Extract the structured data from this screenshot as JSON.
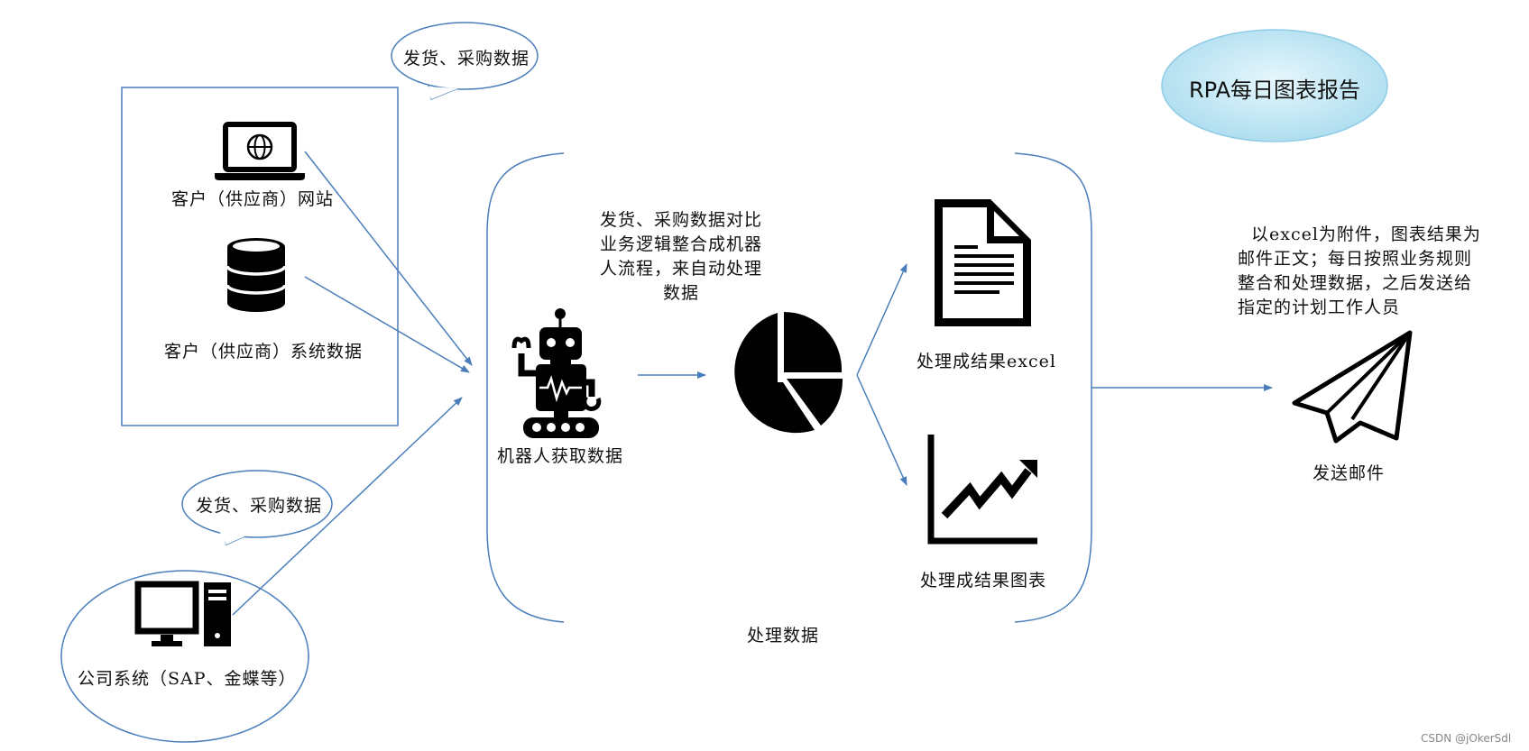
{
  "title": "RPA每日图表报告",
  "bubble_top": "发货、采购数据",
  "bubble_bottom": "发货、采购数据",
  "sources": {
    "website": "客户（供应商）网站",
    "system": "客户（供应商）系统数据",
    "company": "公司系统（SAP、金蝶等）"
  },
  "robot_label": "机器人获取数据",
  "compare_text": [
    "发货、采购数据对比",
    "业务逻辑整合成机器",
    "人流程，来自动处理",
    "数据"
  ],
  "process_label": "处理数据",
  "outputs": {
    "excel": "处理成结果excel",
    "chart": "处理成结果图表"
  },
  "email_text": [
    "以excel为附件，图表结果为",
    "邮件正文；每日按照业务规则",
    "整合和处理数据，之后发送给",
    "指定的计划工作人员"
  ],
  "send_label": "发送邮件",
  "watermark": "CSDN @jOkerSdl",
  "colors": {
    "line": "#4a7ebb",
    "title_fill": "#bfe6f3",
    "title_edge": "#8fcbe6",
    "icon": "#000000"
  }
}
